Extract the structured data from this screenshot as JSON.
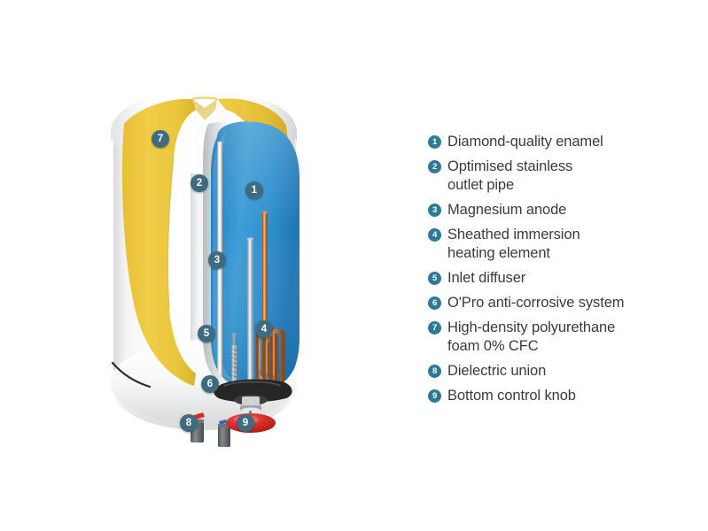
{
  "product": {
    "name": "Electric water heater cutaway diagram",
    "colors": {
      "badge_teal": "#2d7a96",
      "callout_slate": "#3f6b80",
      "foam_yellow": "#e9c53c",
      "water_blue": "#2e93d1",
      "water_blue_dark": "#1a6ea8",
      "shell_white": "#ffffff",
      "copper": "#c8793c",
      "anode_grey": "#b3b6b8",
      "flange_black": "#2b2b2b",
      "knob_red": "#d62b27",
      "text_grey": "#3b3b3b"
    }
  },
  "legend": {
    "items": [
      {
        "num": "1",
        "label": "Diamond-quality enamel"
      },
      {
        "num": "2",
        "label": "Optimised stainless outlet pipe"
      },
      {
        "num": "3",
        "label": "Magnesium anode"
      },
      {
        "num": "4",
        "label": "Sheathed immersion heating element"
      },
      {
        "num": "5",
        "label": "Inlet diffuser"
      },
      {
        "num": "6",
        "label": "O'Pro anti-corrosive system"
      },
      {
        "num": "7",
        "label": "High-density polyurethane foam 0% CFC"
      },
      {
        "num": "8",
        "label": "Dielectric union"
      },
      {
        "num": "9",
        "label": "Bottom control knob"
      }
    ]
  },
  "callouts": [
    {
      "num": "7",
      "part": "polyurethane-foam"
    },
    {
      "num": "2",
      "part": "stainless-outlet-pipe"
    },
    {
      "num": "1",
      "part": "diamond-quality-enamel"
    },
    {
      "num": "3",
      "part": "magnesium-anode"
    },
    {
      "num": "5",
      "part": "inlet-diffuser"
    },
    {
      "num": "4",
      "part": "immersion-heating-element"
    },
    {
      "num": "6",
      "part": "opro-anti-corrosive-system"
    },
    {
      "num": "8",
      "part": "dielectric-union"
    },
    {
      "num": "9",
      "part": "bottom-control-knob"
    }
  ]
}
